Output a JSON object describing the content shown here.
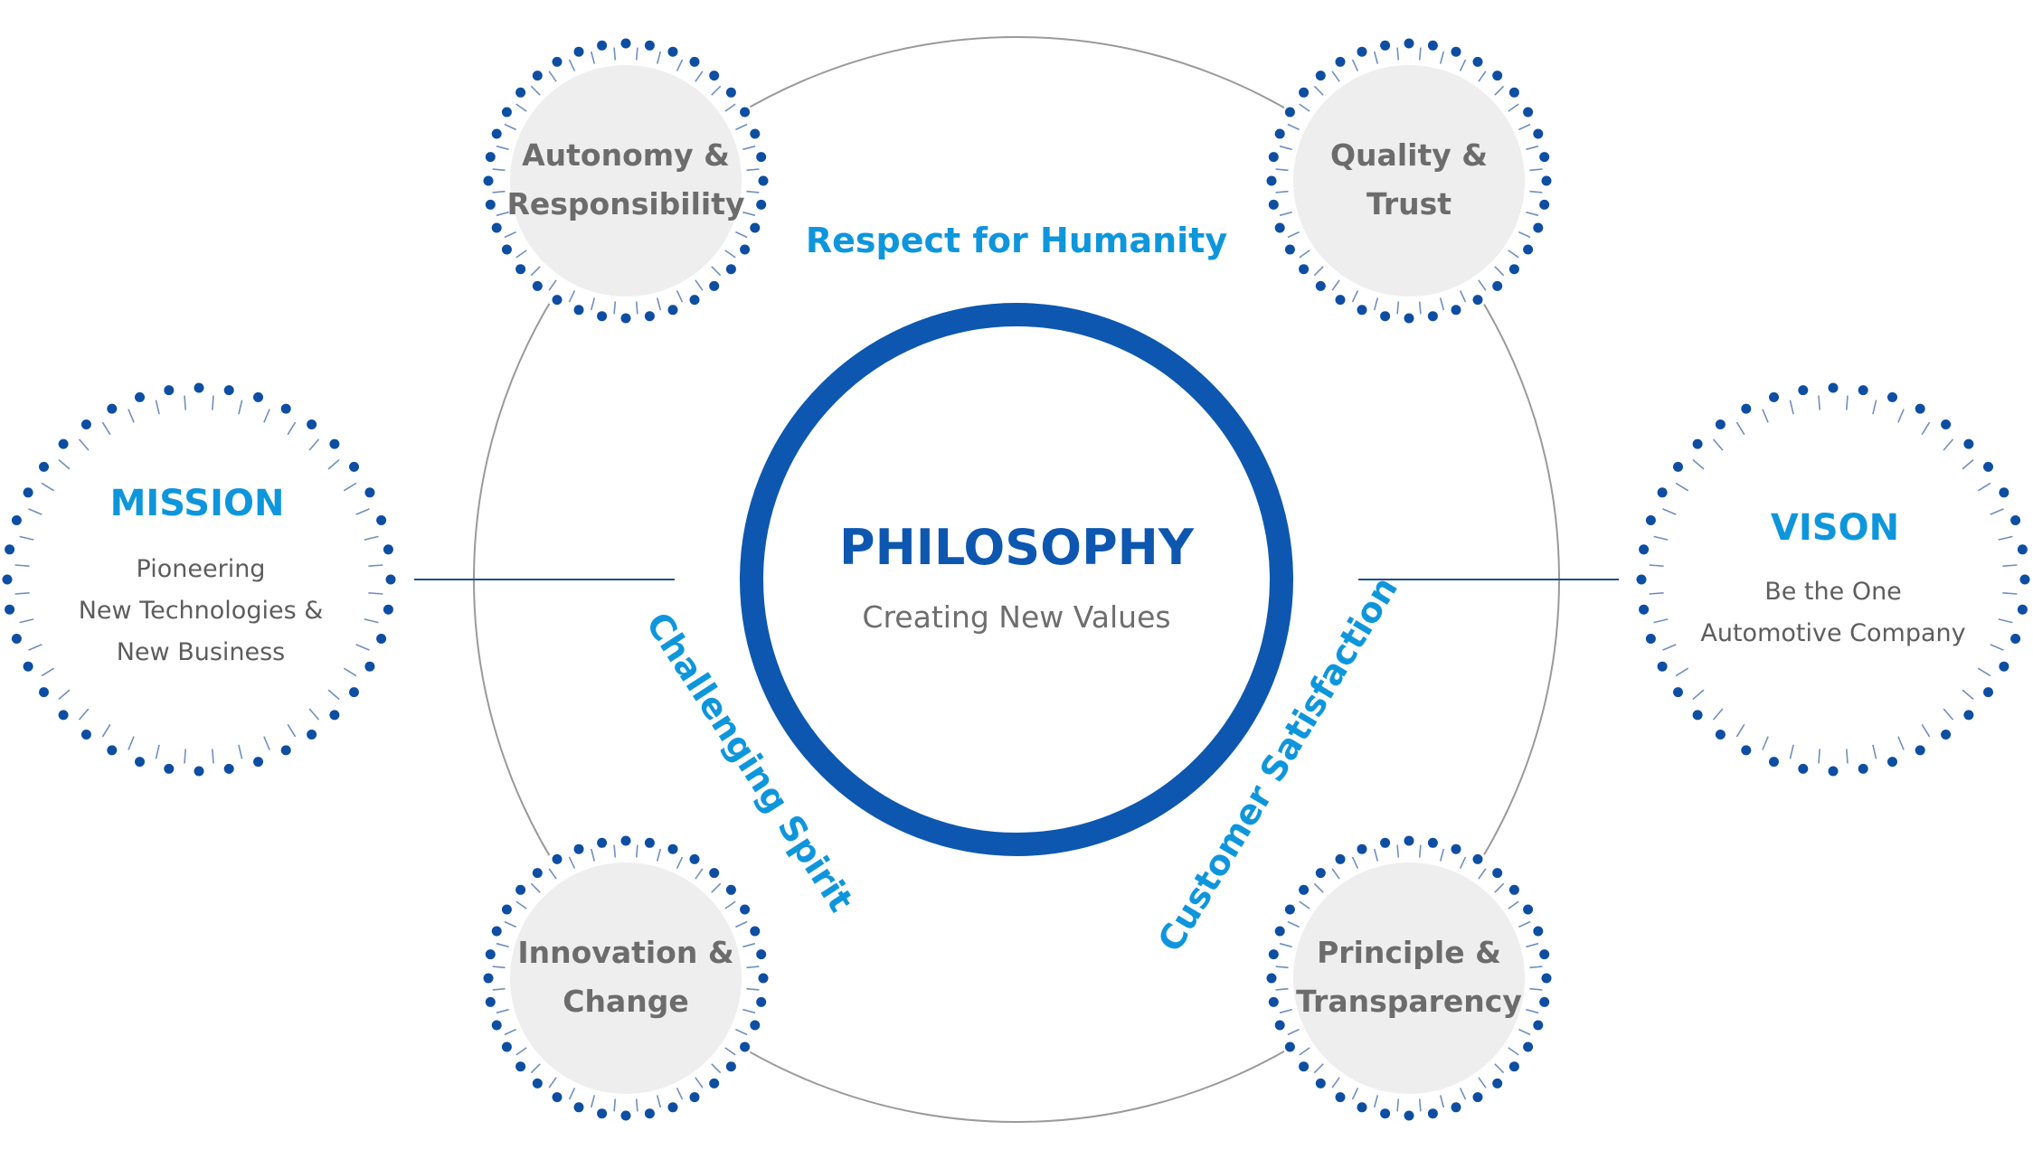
{
  "colors": {
    "primary_blue": "#0d57b0",
    "accent_blue": "#0e96dc",
    "dot_blue": "#0d4ea3",
    "value_fill": "#eeeeee",
    "connector_gray": "#999999",
    "value_text": "#6c6c6c",
    "body_text": "#5d5d5d"
  },
  "philosophy": {
    "title": "PHILOSOPHY",
    "subtitle": "Creating New Values"
  },
  "mission": {
    "title": "MISSION",
    "lines": [
      "Pioneering",
      "New Technologies &",
      "New Business"
    ]
  },
  "vision": {
    "title": "VISON",
    "lines": [
      "Be the One",
      "Automotive Company"
    ]
  },
  "values": {
    "top_left": [
      "Autonomy &",
      "Responsibility"
    ],
    "top_right": [
      "Quality &",
      "Trust"
    ],
    "bottom_left": [
      "Innovation &",
      "Change"
    ],
    "bottom_right": [
      "Principle &",
      "Transparency"
    ]
  },
  "spirits": {
    "top": "Respect for Humanity",
    "left": "Challenging Spirit",
    "right": "Customer Satisfaction"
  },
  "icons": [
    "dotted-sunburst-icon"
  ]
}
